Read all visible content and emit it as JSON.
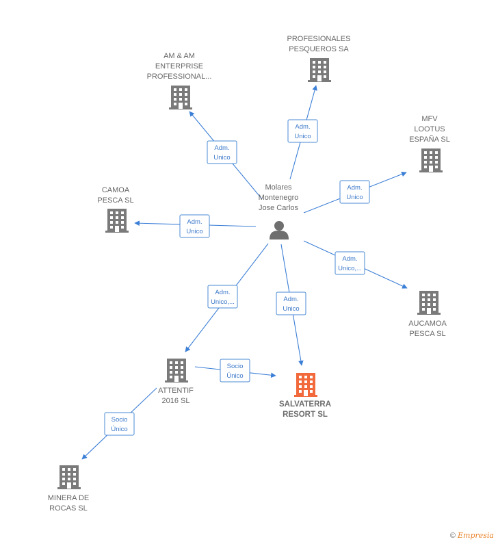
{
  "colors": {
    "edge": "#3c7fd6",
    "company": "#7a7a7a",
    "company_main": "#f26a3c",
    "person": "#6f6f6f",
    "label": "#666666"
  },
  "person": {
    "id": "molares",
    "label": [
      "Molares",
      "Montenegro",
      "Jose Carlos"
    ],
    "icon": "person-icon"
  },
  "companies": [
    {
      "id": "am",
      "label": [
        "AM & AM",
        "ENTERPRISE",
        "PROFESSIONAL..."
      ],
      "icon": "building-icon",
      "main": false
    },
    {
      "id": "profesionales",
      "label": [
        "PROFESIONALES",
        "PESQUEROS SA"
      ],
      "icon": "building-icon",
      "main": false
    },
    {
      "id": "mfv",
      "label": [
        "MFV",
        "LOOTUS",
        "ESPAÑA  SL"
      ],
      "icon": "building-icon",
      "main": false
    },
    {
      "id": "camoa",
      "label": [
        "CAMOA",
        "PESCA SL"
      ],
      "icon": "building-icon",
      "main": false
    },
    {
      "id": "aucamoa",
      "label": [
        "AUCAMOA",
        "PESCA  SL"
      ],
      "icon": "building-icon",
      "main": false
    },
    {
      "id": "attentif",
      "label": [
        "ATTENTIF",
        "2016  SL"
      ],
      "icon": "building-icon",
      "main": false
    },
    {
      "id": "salvaterra",
      "label": [
        "SALVATERRA",
        "RESORT  SL"
      ],
      "icon": "building-icon",
      "main": true
    },
    {
      "id": "minera",
      "label": [
        "MINERA DE",
        "ROCAS SL"
      ],
      "icon": "building-icon",
      "main": false
    }
  ],
  "edges": [
    {
      "from": "molares",
      "to": "am",
      "label": [
        "Adm.",
        "Unico"
      ]
    },
    {
      "from": "molares",
      "to": "profesionales",
      "label": [
        "Adm.",
        "Unico"
      ]
    },
    {
      "from": "molares",
      "to": "mfv",
      "label": [
        "Adm.",
        "Unico"
      ]
    },
    {
      "from": "molares",
      "to": "camoa",
      "label": [
        "Adm.",
        "Unico"
      ]
    },
    {
      "from": "molares",
      "to": "aucamoa",
      "label": [
        "Adm.",
        "Unico,..."
      ]
    },
    {
      "from": "molares",
      "to": "attentif",
      "label": [
        "Adm.",
        "Unico,..."
      ]
    },
    {
      "from": "molares",
      "to": "salvaterra",
      "label": [
        "Adm.",
        "Unico"
      ]
    },
    {
      "from": "attentif",
      "to": "salvaterra",
      "label": [
        "Socio",
        "Único"
      ]
    },
    {
      "from": "attentif",
      "to": "minera",
      "label": [
        "Socio",
        "Único"
      ]
    }
  ],
  "footer": {
    "copyright_symbol": "©",
    "brand": "Empresia"
  }
}
